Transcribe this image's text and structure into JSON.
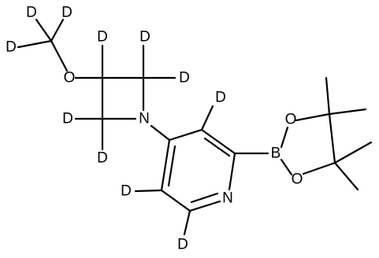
{
  "molecule": {
    "atoms": {
      "d_methyl_1": "D",
      "d_methyl_2": "D",
      "d_methyl_3": "D",
      "o_methoxy": "O",
      "d_az_c3": "D",
      "d_az_c2_a": "D",
      "d_az_c2_b": "D",
      "d_az_c4_a": "D",
      "d_az_c4_b": "D",
      "n_azetidine": "N",
      "d_py_c3": "D",
      "d_py_c5": "D",
      "d_py_c6": "D",
      "n_pyridine": "N",
      "b_boron": "B",
      "o_bpin_1": "O",
      "o_bpin_2": "O"
    }
  }
}
